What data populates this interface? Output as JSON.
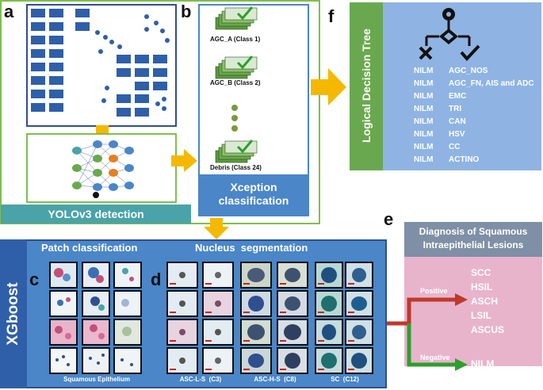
{
  "panel_letters": {
    "a": "a",
    "b": "b",
    "c": "c",
    "d": "d",
    "e": "e",
    "f": "f"
  },
  "yolo": {
    "label": "YOLOv3 detection"
  },
  "xception": {
    "title": "Xception classification",
    "classes": [
      "AGC_A (Class 1)",
      "AGC_B (Class 2)",
      "Debris (Class 24)"
    ]
  },
  "decision_tree": {
    "title": "Logical Decision Tree",
    "rows": [
      {
        "left": "NILM",
        "right": "AGC_NOS"
      },
      {
        "left": "NILM",
        "right": "AGC_FN, AIS and ADC"
      },
      {
        "left": "NILM",
        "right": "EMC"
      },
      {
        "left": "NILM",
        "right": "TRI"
      },
      {
        "left": "NILM",
        "right": "CAN"
      },
      {
        "left": "NILM",
        "right": "HSV"
      },
      {
        "left": "NILM",
        "right": "CC"
      },
      {
        "left": "NILM",
        "right": "ACTINO"
      }
    ]
  },
  "xgboost": {
    "label": "XGboost",
    "patch_title": "Patch classification",
    "nucleus_title": "Nucleus  segmentation",
    "patch_caption": "Squamous Epithelium",
    "nucleus_captions": [
      "ASC-L-S  (C3)",
      "ASC-H-S  (C8)",
      "SC  (C12)"
    ]
  },
  "diagnosis": {
    "title": "Diagnosis of Squamous Intraepithelial Lesions",
    "positive": "Positive",
    "negative": "Negative",
    "positive_items": [
      "SCC",
      "HSIL",
      "ASCH",
      "LSIL",
      "ASCUS"
    ],
    "negative_item": "NILM"
  },
  "colors": {
    "green_border": "#7fbf4d",
    "teal_bar": "#4aa3a8",
    "blue_panel": "#4a86c8",
    "navy": "#2f4f8f",
    "arrow_orange": "#f5b800",
    "tree_green": "#6aa84f",
    "tree_blue": "#8fb4e3",
    "pink_bg": "#e8b4cc",
    "gray_header": "#7f8fa6",
    "red_arrow": "#c0392b",
    "green_arrow": "#2ca02c"
  }
}
